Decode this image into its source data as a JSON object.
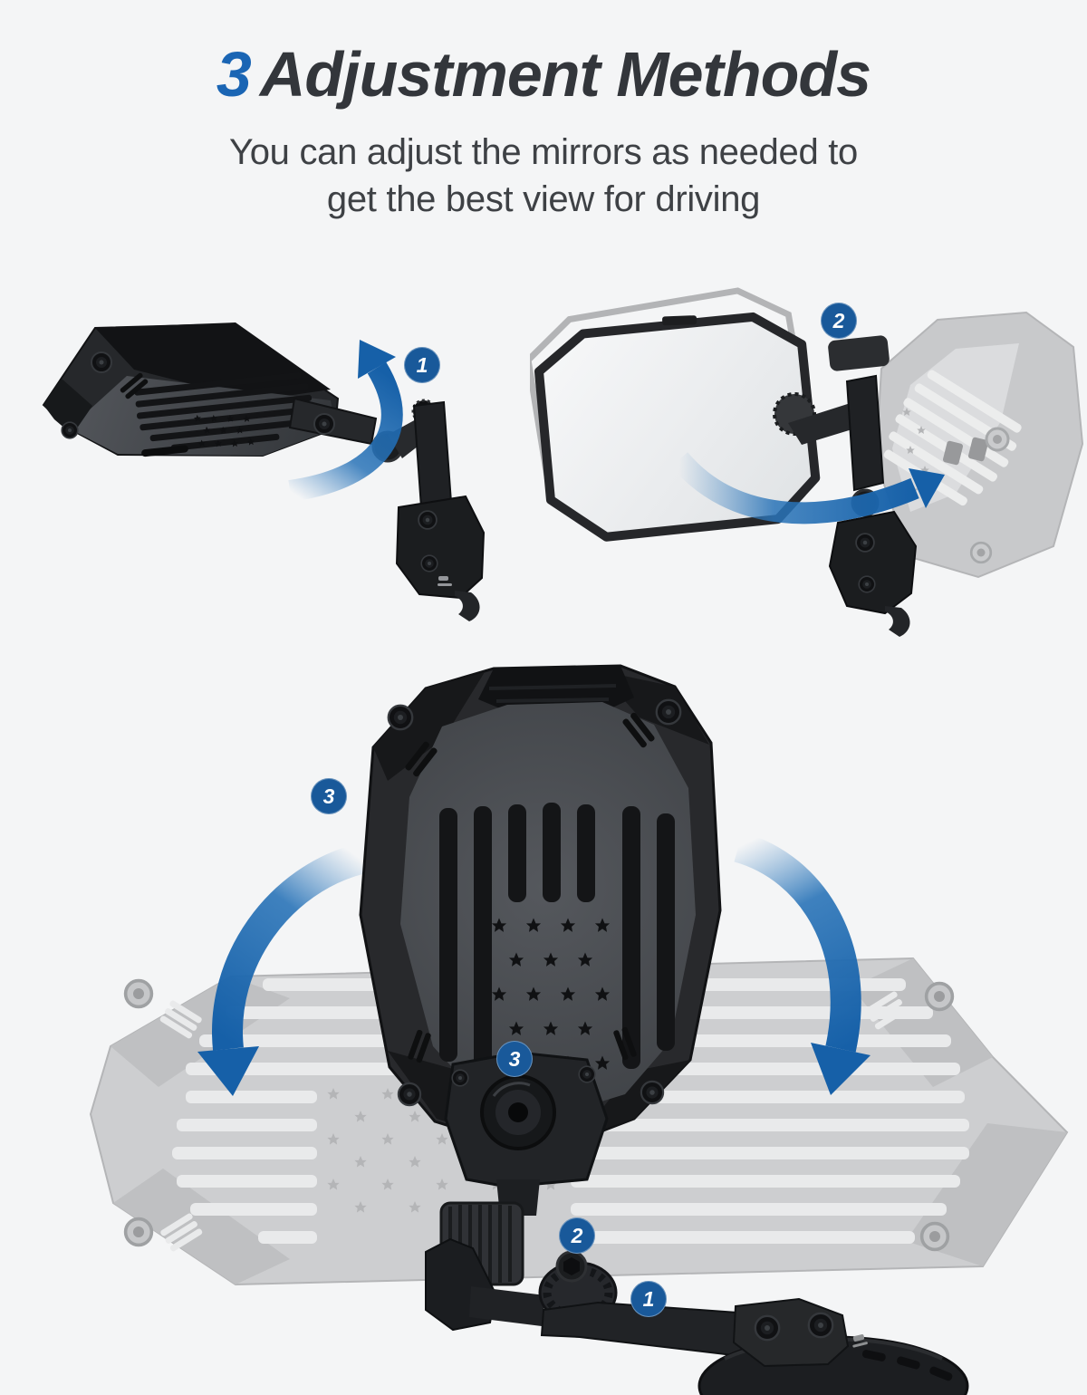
{
  "header": {
    "title_number": "3",
    "title_text": "Adjustment Methods",
    "subtitle_line1": "You can adjust the mirrors as needed to",
    "subtitle_line2": "get the best view for driving"
  },
  "badges": {
    "badge_1_top": "1",
    "badge_2_top": "2",
    "badge_3_side": "3",
    "badge_3_pivot": "3",
    "badge_2_mount": "2",
    "badge_1_mount": "1"
  },
  "colors": {
    "background": "#f4f5f6",
    "title_number_blue": "#1a65b4",
    "title_text_dark": "#33363b",
    "subtitle_gray": "#3e4145",
    "badge_blue": "#19599a",
    "arrow_blue": "#1b66ae",
    "mirror_housing_dark": "#26282b",
    "ghost_mirror_gray": "#c9cacc"
  }
}
